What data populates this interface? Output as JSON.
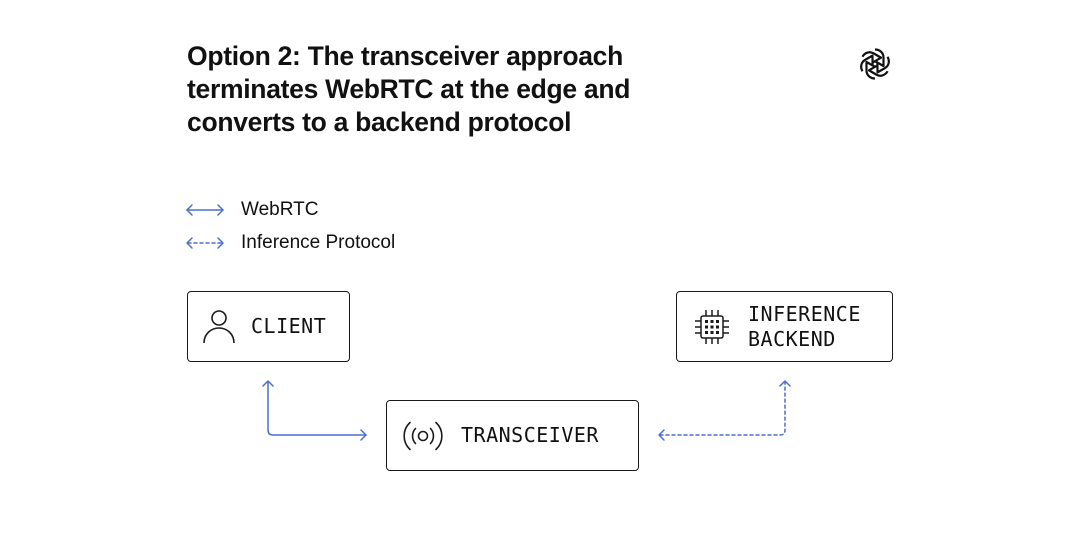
{
  "title_lines": [
    "Option 2: The transceiver approach",
    "terminates WebRTC at the edge and",
    "converts to a backend protocol"
  ],
  "logo": "openai-logo-icon",
  "legend": [
    {
      "label": "WebRTC",
      "style": "solid",
      "icon": "double-arrow-solid-icon"
    },
    {
      "label": "Inference Protocol",
      "style": "dashed",
      "icon": "double-arrow-dashed-icon"
    }
  ],
  "nodes": {
    "client": {
      "label": "CLIENT",
      "icon": "person-icon"
    },
    "backend": {
      "label_lines": [
        "INFERENCE",
        "BACKEND"
      ],
      "icon": "chip-icon"
    },
    "transceiver": {
      "label": "TRANSCEIVER",
      "icon": "signal-icon"
    }
  },
  "edges": [
    {
      "from": "client",
      "to": "transceiver",
      "type": "WebRTC",
      "style": "solid"
    },
    {
      "from": "transceiver",
      "to": "backend",
      "type": "Inference Protocol",
      "style": "dashed"
    }
  ],
  "colors": {
    "accent": "#4a6fcf",
    "border": "#1a1a1a",
    "text": "#111111"
  }
}
